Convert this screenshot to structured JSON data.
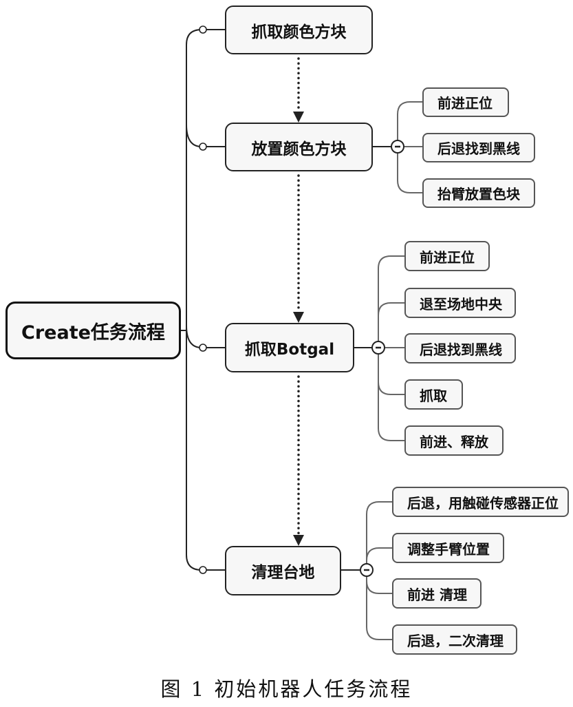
{
  "diagram": {
    "type": "mindmap",
    "root": {
      "label": "Create任务流程"
    },
    "branches": [
      {
        "label": "抓取颜色方块",
        "collapsed_indicator": false,
        "children": []
      },
      {
        "label": "放置颜色方块",
        "collapsed_indicator": "minus",
        "children": [
          "前进正位",
          "后退找到黑线",
          "抬臂放置色块"
        ]
      },
      {
        "label": "抓取Botgal",
        "collapsed_indicator": "minus",
        "children": [
          "前进正位",
          "退至场地中央",
          "后退找到黑线",
          "抓取",
          "前进、释放"
        ]
      },
      {
        "label": "清理台地",
        "collapsed_indicator": "minus",
        "children": [
          "后退，用触碰传感器正位",
          "调整手臂位置",
          "前进 清理",
          "后退，二次清理"
        ]
      }
    ],
    "sequence_arrows": [
      {
        "from": "抓取颜色方块",
        "to": "放置颜色方块",
        "style": "dotted"
      },
      {
        "from": "放置颜色方块",
        "to": "抓取Botgal",
        "style": "dotted"
      },
      {
        "from": "抓取Botgal",
        "to": "清理台地",
        "style": "dotted"
      }
    ]
  },
  "caption": "图 1 初始机器人任务流程",
  "colors": {
    "node_fill": "#f7f7f7",
    "node_border": "#222222",
    "child_border": "#555555",
    "line": "#222222",
    "child_line": "#666666",
    "text": "#111111"
  }
}
